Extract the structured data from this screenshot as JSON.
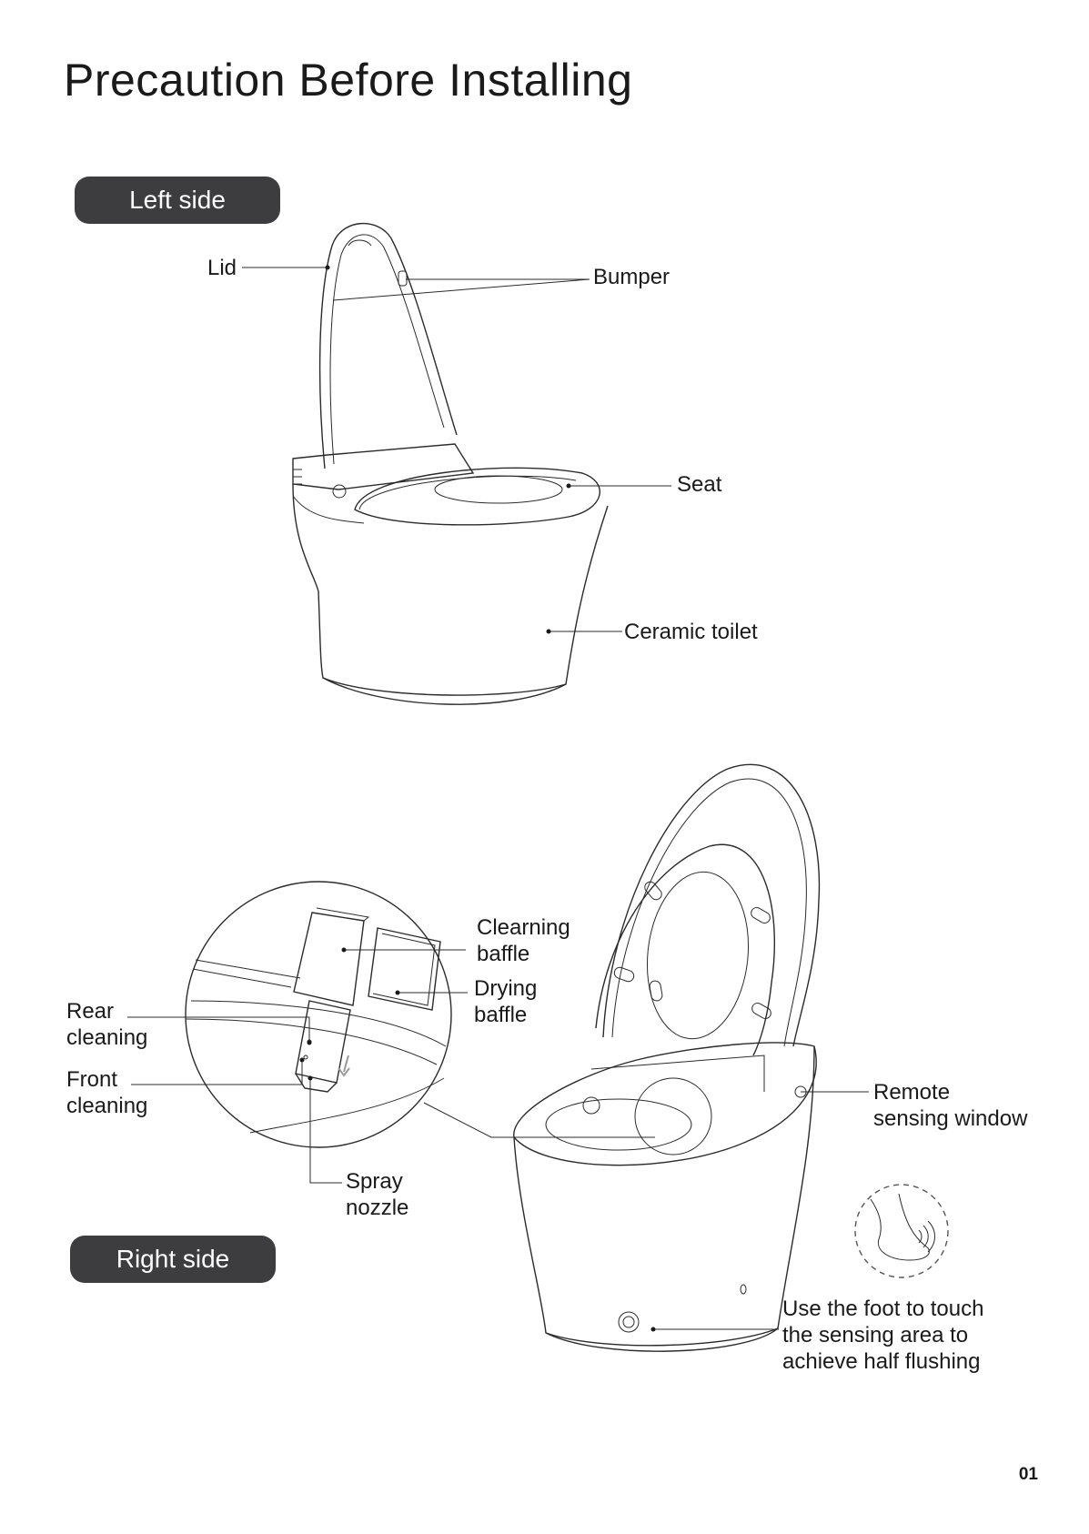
{
  "page": {
    "title": "Precaution Before Installing",
    "page_number": "01"
  },
  "left_side": {
    "heading": "Left side",
    "labels": {
      "lid": "Lid",
      "bumper": "Bumper",
      "seat": "Seat",
      "ceramic_toilet": "Ceramic toilet"
    }
  },
  "right_side": {
    "heading": "Right side",
    "labels": {
      "cleaning_baffle": [
        "Clearning",
        "baffle"
      ],
      "drying_baffle": [
        "Drying",
        "baffle"
      ],
      "rear_cleaning": [
        "Rear",
        "cleaning"
      ],
      "front_cleaning": [
        "Front",
        "cleaning"
      ],
      "spray_nozzle": [
        "Spray",
        "nozzle"
      ],
      "remote_sensing_window": [
        "Remote",
        "sensing window"
      ],
      "foot_touch": [
        "Use the foot to touch",
        "the sensing area to",
        "achieve half flushing"
      ]
    }
  }
}
